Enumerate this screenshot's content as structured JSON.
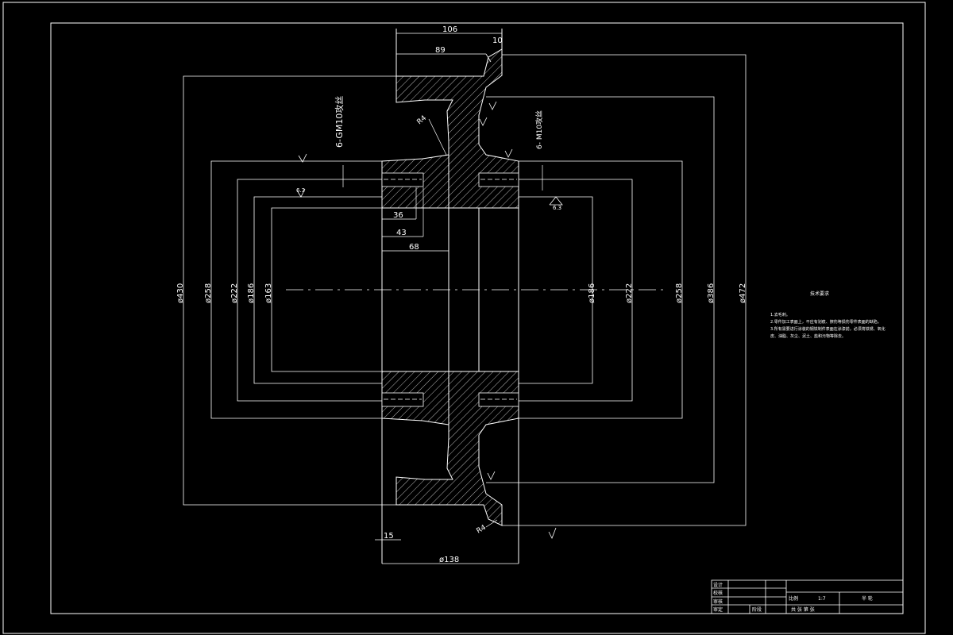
{
  "dimensions": {
    "top_106": "106",
    "top_89": "89",
    "top_10": "10",
    "bottom_15": "15",
    "bottom_d138": "ø138",
    "d36": "36",
    "d43": "43",
    "d68": "68",
    "left_d430": "ø430",
    "left_d258": "ø258",
    "left_d222": "ø222",
    "left_d186": "ø186",
    "left_d163": "ø163",
    "right_d186": "ø186",
    "right_d222": "ø222",
    "right_d258": "ø258",
    "right_d386": "ø386",
    "right_d472": "ø472"
  },
  "callouts": {
    "thread_left": "6-GM10攻丝",
    "thread_right": "6- M10攻丝",
    "radius_r4_top": "R4",
    "radius_r4_bottom": "R4",
    "roughness_63_left": "6.3",
    "roughness_63_right": "6.3"
  },
  "notes": {
    "title": "技术要求",
    "lines": [
      "1.去毛刺。",
      "2.零件加工表面上，不应有划痕、擦伤等损伤零件表面的缺陷。",
      "3.所有需要进行涂装的钢铁制件表面在涂漆前，必须将铁锈、氧化",
      "皮、油脂、灰尘、泥土、盐和污物等除去。"
    ]
  },
  "title_block": {
    "row_labels": [
      "设计",
      "校核",
      "审核",
      "审定"
    ],
    "scale_label": "比例",
    "scale_value": "1:7",
    "part_name": "半 轮",
    "sheet_info": "共 张 第 张",
    "stage_label": "阶段"
  },
  "colors": {
    "background": "#000000",
    "lines": "#ffffff"
  }
}
